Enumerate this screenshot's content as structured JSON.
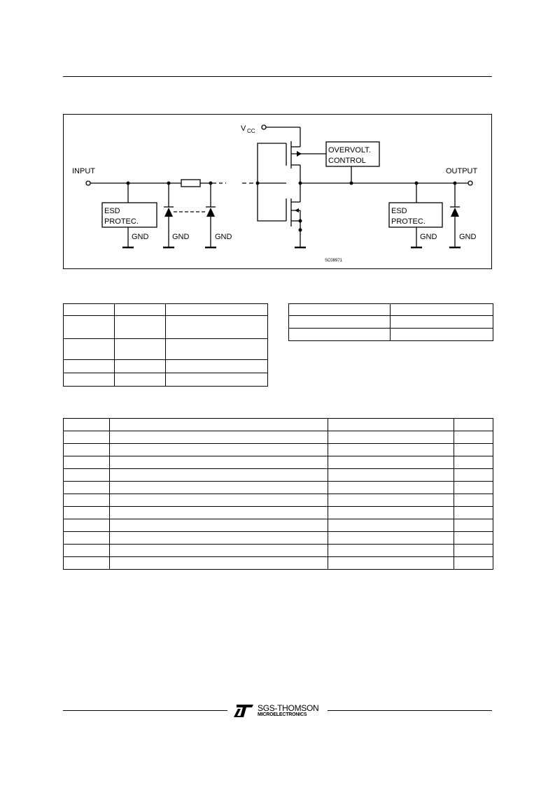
{
  "circuit": {
    "input_label": "INPUT",
    "output_label": "OUTPUT",
    "vcc_label": "V",
    "vcc_subscript": "CC",
    "overvolt_line1": "OVERVOLT.",
    "overvolt_line2": "CONTROL",
    "esd_left_line1": "ESD",
    "esd_left_line2": "PROTEC.",
    "esd_right_line1": "ESD",
    "esd_right_line2": "PROTEC.",
    "gnd": "GND",
    "figure_code": "SC08971"
  },
  "logo": {
    "line1": "SGS-THOMSON",
    "line2": "MICROELECTRONICS"
  },
  "colors": {
    "ink": "#000000",
    "page": "#ffffff"
  }
}
